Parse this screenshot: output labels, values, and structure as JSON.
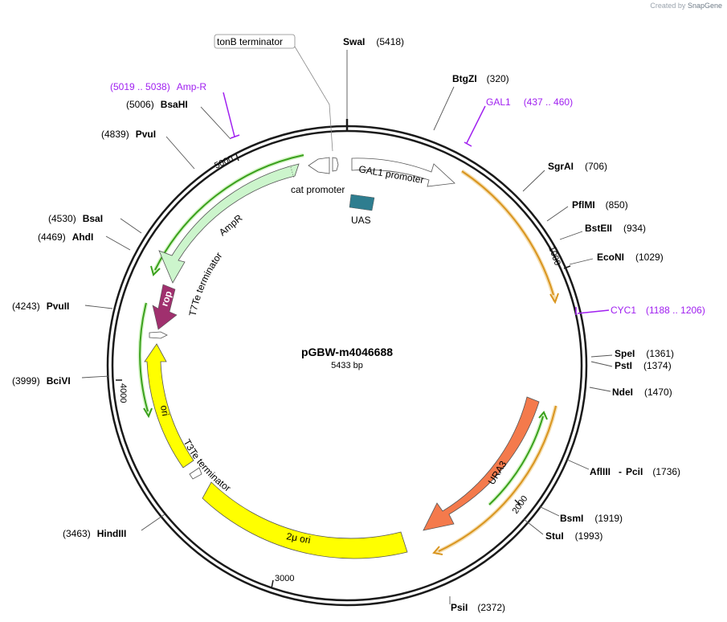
{
  "credit": {
    "created_by": "Created by",
    "brand": "SnapGene"
  },
  "plasmid": {
    "name": "pGBW-m4046688",
    "size": "5433 bp"
  },
  "ticks": [
    "1000",
    "2000",
    "3000",
    "4000",
    "5000"
  ],
  "enzymes": [
    {
      "name": "SwaI",
      "pos": "(5418)"
    },
    {
      "name": "BtgZI",
      "pos": "(320)"
    },
    {
      "name": "SgrAI",
      "pos": "(706)"
    },
    {
      "name": "PflMI",
      "pos": "(850)"
    },
    {
      "name": "BstEII",
      "pos": "(934)"
    },
    {
      "name": "EcoNI",
      "pos": "(1029)"
    },
    {
      "name": "SpeI",
      "pos": "(1361)"
    },
    {
      "name": "PstI",
      "pos": "(1374)"
    },
    {
      "name": "NdeI",
      "pos": "(1470)"
    },
    {
      "name": "AflIII",
      "pos": "(1736)"
    },
    {
      "name": "PciI",
      "pos": ""
    },
    {
      "name": "BsmI",
      "pos": "(1919)"
    },
    {
      "name": "StuI",
      "pos": "(1993)"
    },
    {
      "name": "PsiI",
      "pos": "(2372)"
    },
    {
      "name": "HindIII",
      "pos": "(3463)"
    },
    {
      "name": "BciVI",
      "pos": "(3999)"
    },
    {
      "name": "PvuII",
      "pos": "(4243)"
    },
    {
      "name": "AhdI",
      "pos": "(4469)"
    },
    {
      "name": "BsaI",
      "pos": "(4530)"
    },
    {
      "name": "PvuI",
      "pos": "(4839)"
    },
    {
      "name": "BsaHI",
      "pos": "(5006)"
    }
  ],
  "primers": [
    {
      "name": "Amp-R",
      "range": "(5019 .. 5038)"
    },
    {
      "name": "GAL1",
      "range": "(437 .. 460)"
    },
    {
      "name": "CYC1",
      "range": "(1188 .. 1206)"
    }
  ],
  "features": [
    {
      "name": "tonB terminator"
    },
    {
      "name": "cat promoter"
    },
    {
      "name": "GAL1 promoter"
    },
    {
      "name": "UAS"
    },
    {
      "name": "AmpR"
    },
    {
      "name": "rop"
    },
    {
      "name": "T7Te terminator"
    },
    {
      "name": "ori"
    },
    {
      "name": "T3Te terminator"
    },
    {
      "name": "2μ ori"
    },
    {
      "name": "URA3"
    }
  ],
  "colors": {
    "backbone": "#1a1a1a",
    "ampr": "#ccf5cc",
    "rop": "#a0306e",
    "ori": "#ffff00",
    "ura3": "#f47a4c",
    "uas": "#2e7d8f",
    "primer": "#a020f0",
    "orf_green": "#3aa01c",
    "orf_orange": "#d9951f"
  }
}
